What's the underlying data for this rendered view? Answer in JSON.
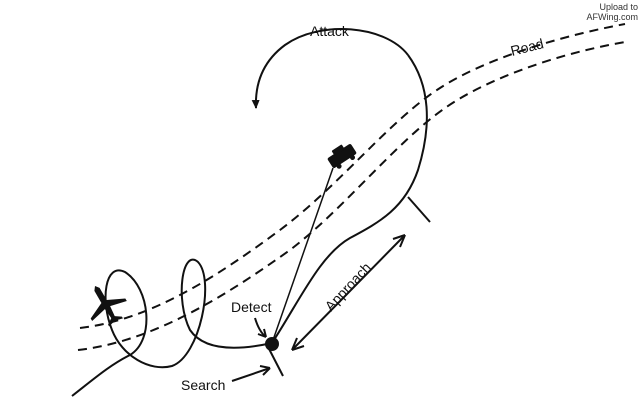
{
  "watermark": {
    "line1": "Upload to",
    "line2": "AFWing.com"
  },
  "labels": {
    "attack": "Attack",
    "road": "Road",
    "detect": "Detect",
    "approach": "Approach",
    "search": "Search"
  },
  "colors": {
    "ink": "#111111",
    "background": "#ffffff"
  },
  "icons": {
    "aircraft": "aircraft-icon",
    "vehicle": "vehicle-icon",
    "detection_point": "detection-point-marker"
  }
}
